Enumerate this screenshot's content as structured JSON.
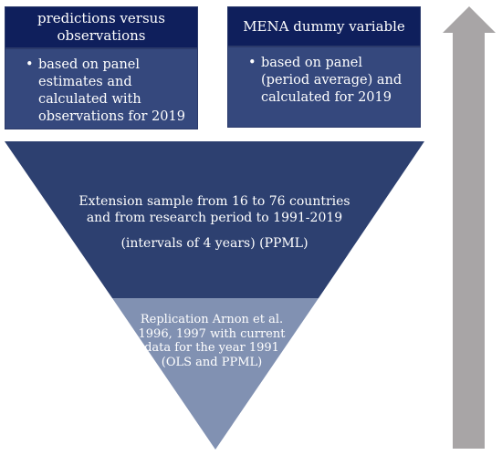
{
  "top_boxes": [
    {
      "header": "predictions versus observations",
      "bullet": "based on panel estimates and calculated with observations for 2019"
    },
    {
      "header": "MENA dummy variable",
      "bullet": "based on panel (period average) and calculated for 2019"
    }
  ],
  "funnel": {
    "upper_text_line1": "Extension sample from 16 to 76 countries",
    "upper_text_line2": "and from research period to 1991-2019",
    "upper_note": "(intervals of 4 years) (PPML)",
    "lower_text_line1": "Replication Arnon et al.",
    "lower_text_line2": "1996, 1997 with current",
    "lower_text_line3": "data for the year 1991",
    "lower_text_line4": "(OLS and PPML)"
  },
  "colors": {
    "header_bg": "#0f1f5c",
    "box_bg": "#35487d",
    "upper_triangle": "#2d4070",
    "lower_triangle": "#8191b2",
    "arrow": "#a8a5a6"
  }
}
